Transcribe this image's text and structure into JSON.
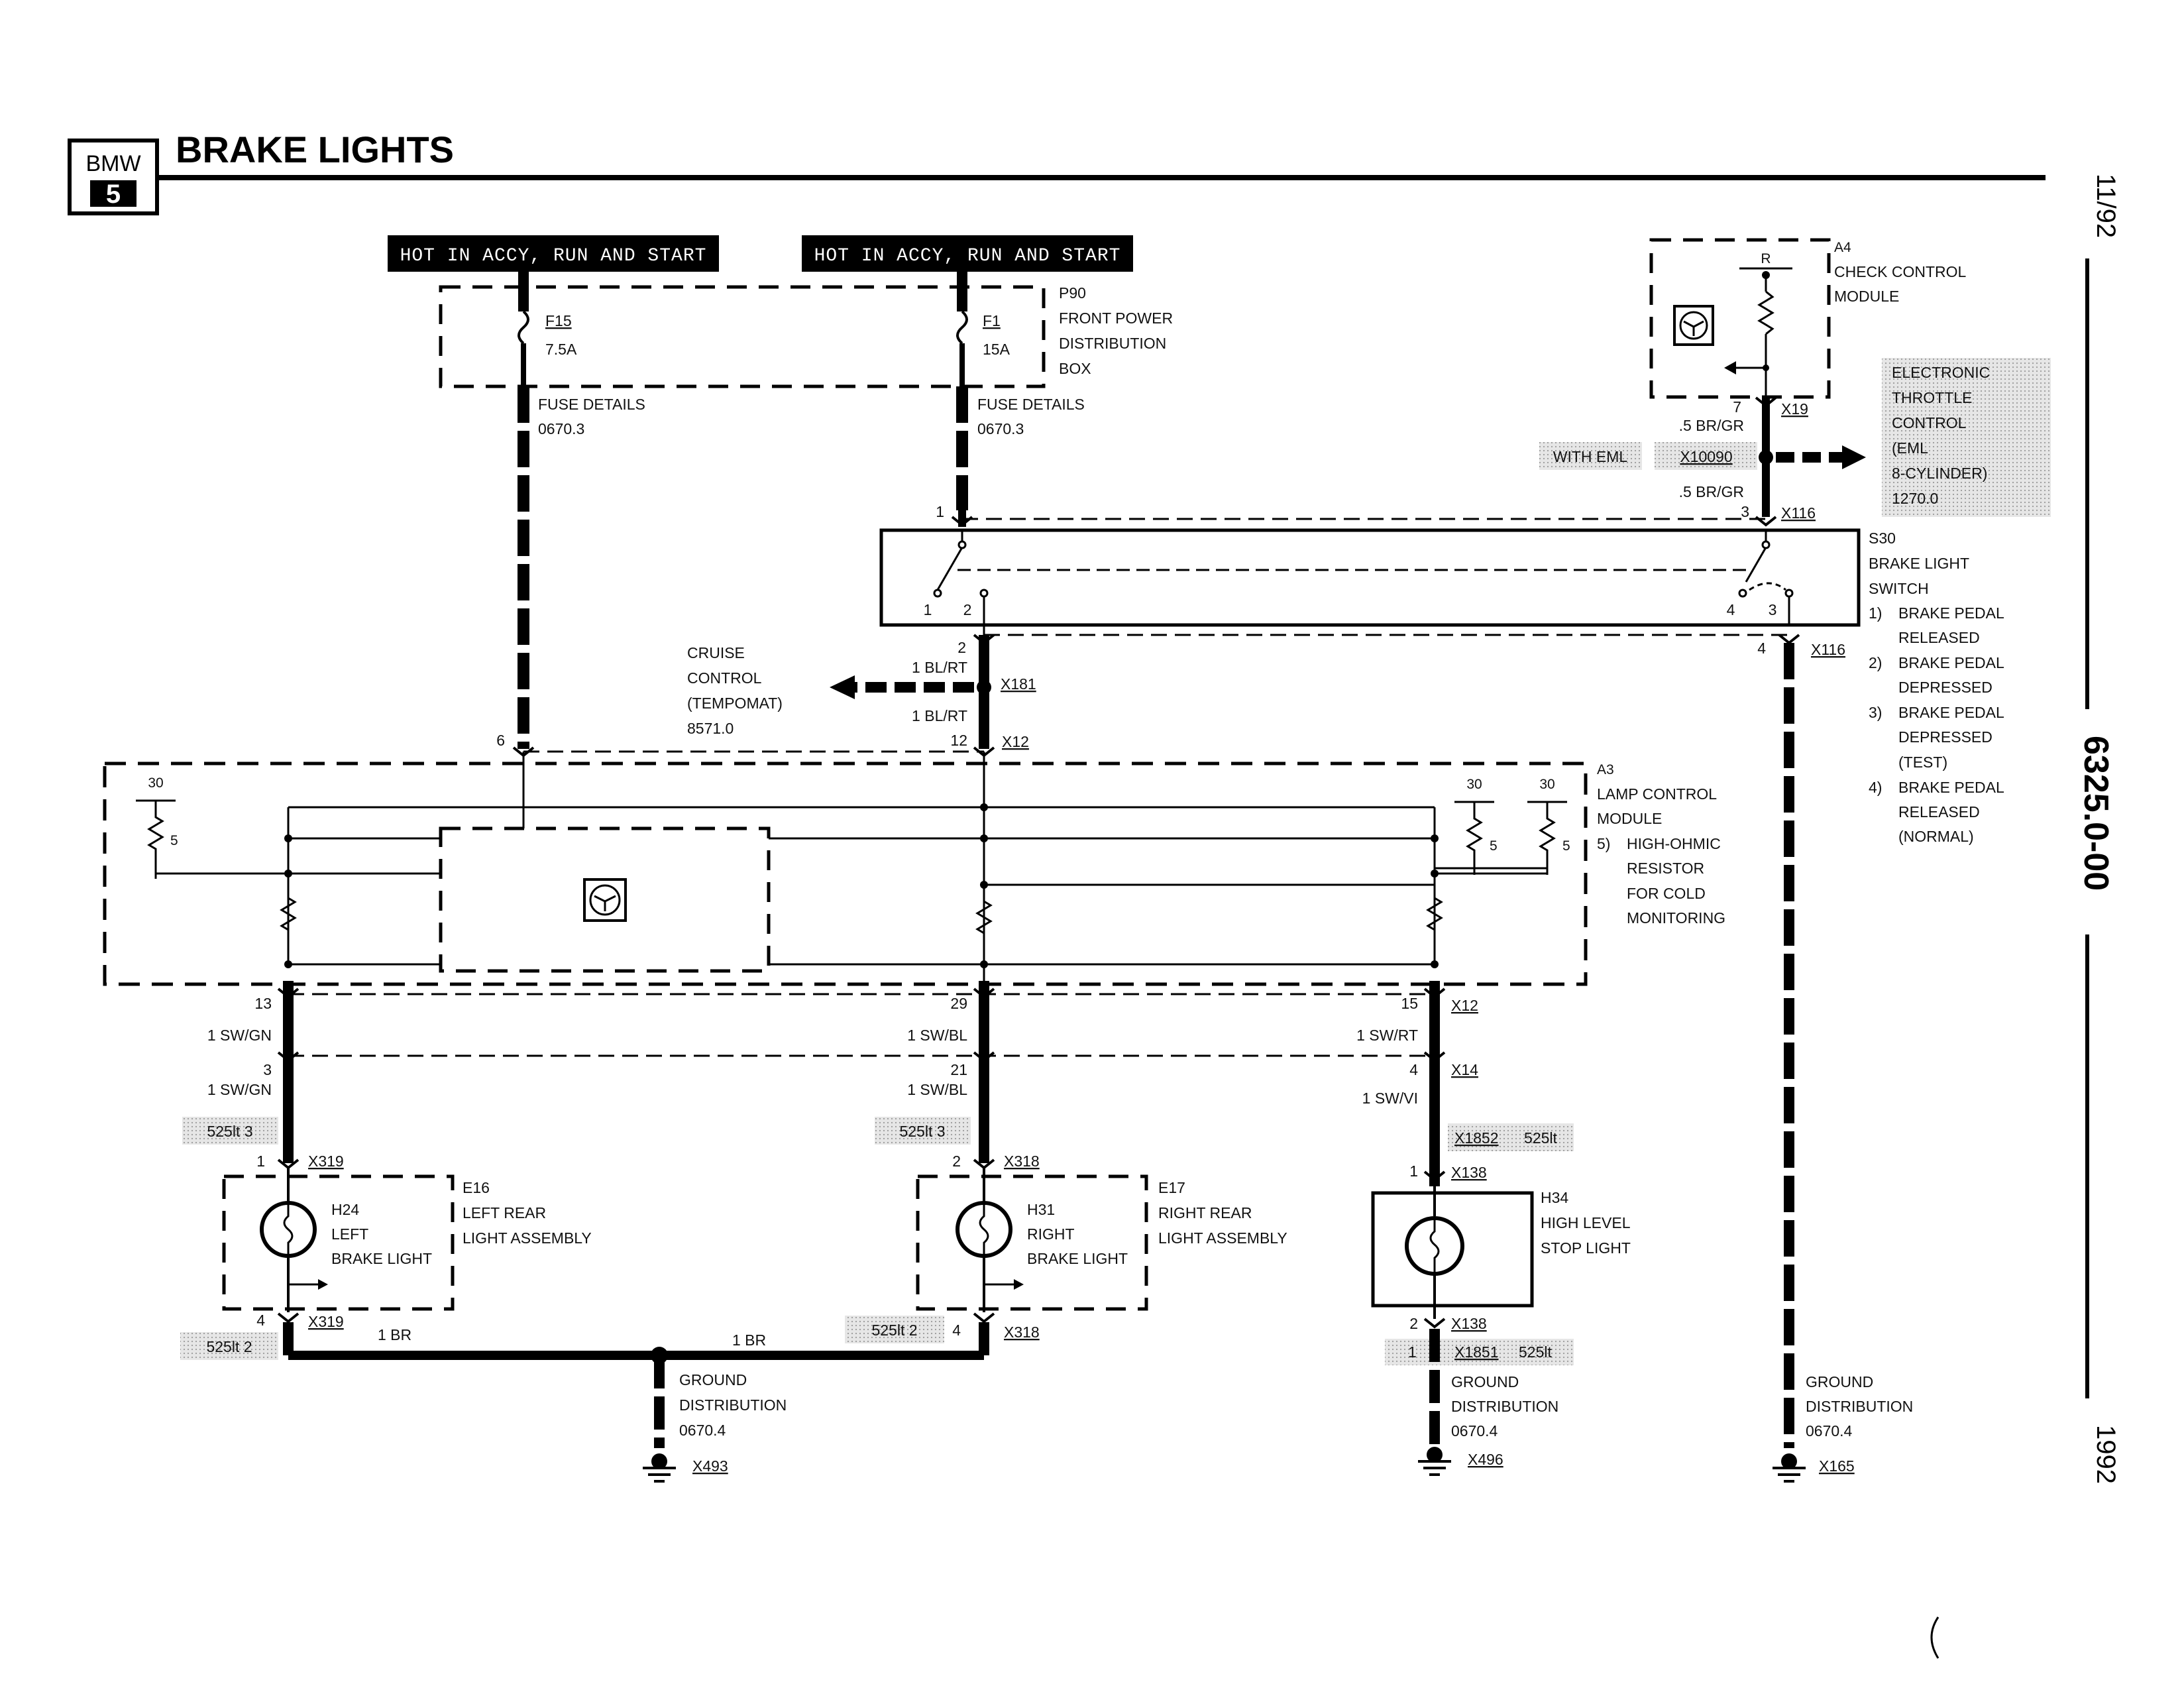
{
  "header": {
    "brand": "BMW",
    "series": "5",
    "title": "BRAKE LIGHTS"
  },
  "margin": {
    "date": "11/92",
    "page": "6325.0-00",
    "year": "1992"
  },
  "power": {
    "hot1": "HOT IN ACCY, RUN AND START",
    "hot2": "HOT IN ACCY, RUN AND START",
    "fuse1_name": "F15",
    "fuse1_rating": "7.5A",
    "fuse2_name": "F1",
    "fuse2_rating": "15A",
    "box_label": [
      "P90",
      "FRONT POWER",
      "DISTRIBUTION",
      "BOX"
    ],
    "fuse_details1": [
      "FUSE DETAILS",
      "0670.3"
    ],
    "fuse_details2": [
      "FUSE DETAILS",
      "0670.3"
    ]
  },
  "check_control": {
    "id": "A4",
    "label": [
      "CHECK CONTROL",
      "MODULE"
    ],
    "pin_r": "R",
    "pin7": "7",
    "wire": ".5 BR/GR",
    "conn": "X19"
  },
  "eml": {
    "with_eml": "WITH EML",
    "splice": "X10090",
    "label": [
      "ELECTRONIC",
      "THROTTLE",
      "CONTROL",
      "(EML",
      "8-CYLINDER)",
      "1270.0"
    ],
    "wire2": ".5 BR/GR",
    "pin3": "3",
    "conn2": "X116"
  },
  "switch": {
    "pin1": "1",
    "pins": [
      "1",
      "2",
      "4",
      "3"
    ],
    "label": [
      "S30",
      "BRAKE LIGHT",
      "SWITCH"
    ],
    "notes": [
      [
        "1)",
        "BRAKE PEDAL",
        "RELEASED"
      ],
      [
        "2)",
        "BRAKE PEDAL",
        "DEPRESSED"
      ],
      [
        "3)",
        "BRAKE PEDAL",
        "DEPRESSED",
        "(TEST)"
      ],
      [
        "4)",
        "BRAKE PEDAL",
        "RELEASED",
        "(NORMAL)"
      ]
    ],
    "out_pin4": "4",
    "out_conn": "X116"
  },
  "cruise": {
    "label": [
      "CRUISE",
      "CONTROL",
      "(TEMPOMAT)",
      "8571.0"
    ],
    "pin2": "2",
    "wire1": "1 BL/RT",
    "splice": "X181",
    "wire2": "1 BL/RT",
    "pin12": "12",
    "conn": "X12",
    "pin6": "6"
  },
  "lamp_module": {
    "id": "A3",
    "label": [
      "LAMP CONTROL",
      "MODULE"
    ],
    "note_num": "5)",
    "note": [
      "HIGH-OHMIC",
      "RESISTOR",
      "FOR COLD",
      "MONITORING"
    ],
    "r30_a": "30",
    "r5_a": "5",
    "r30_b": "30",
    "r5_b": "5",
    "r30_c": "30",
    "r5_c": "5"
  },
  "left": {
    "pin13": "13",
    "wire1": "1 SW/GN",
    "pin3": "3",
    "wire2": "1 SW/GN",
    "ref": "525lt 3",
    "pin1": "1",
    "conn_top": "X319",
    "assembly_id": "E16",
    "assembly": [
      "LEFT REAR",
      "LIGHT ASSEMBLY"
    ],
    "lamp": [
      "H24",
      "LEFT",
      "BRAKE LIGHT"
    ],
    "pin4": "4",
    "conn_bot": "X319",
    "ref_bot": "525lt 2",
    "ground_wire": "1 BR"
  },
  "right": {
    "pin29": "29",
    "wire1": "1 SW/BL",
    "pin21": "21",
    "wire2": "1 SW/BL",
    "ref": "525lt 3",
    "pin2": "2",
    "conn_top": "X318",
    "assembly_id": "E17",
    "assembly": [
      "RIGHT REAR",
      "LIGHT ASSEMBLY"
    ],
    "lamp": [
      "H31",
      "RIGHT",
      "BRAKE LIGHT"
    ],
    "pin4": "4",
    "conn_bot": "X318",
    "ref_bot": "525lt 2",
    "ground_wire": "1 BR"
  },
  "center": {
    "pin15": "15",
    "conn12": "X12",
    "wire1": "1 SW/RT",
    "pin4": "4",
    "conn14": "X14",
    "wire2": "1 SW/VI",
    "ref_conn": "X1852",
    "ref": "525lt",
    "pin1": "1",
    "conn_top": "X138",
    "lamp": [
      "H34",
      "HIGH LEVEL",
      "STOP LIGHT"
    ],
    "pin2": "2",
    "conn_bot": "X138",
    "ref_bot_pin": "1",
    "ref_bot_conn": "X1851",
    "ref_bot": "525lt"
  },
  "grounds": {
    "g1": [
      "GROUND",
      "DISTRIBUTION",
      "0670.4"
    ],
    "g1_conn": "X493",
    "g2": [
      "GROUND",
      "DISTRIBUTION",
      "0670.4"
    ],
    "g2_conn": "X496",
    "g3": [
      "GROUND",
      "DISTRIBUTION",
      "0670.4"
    ],
    "g3_conn": "X165"
  }
}
